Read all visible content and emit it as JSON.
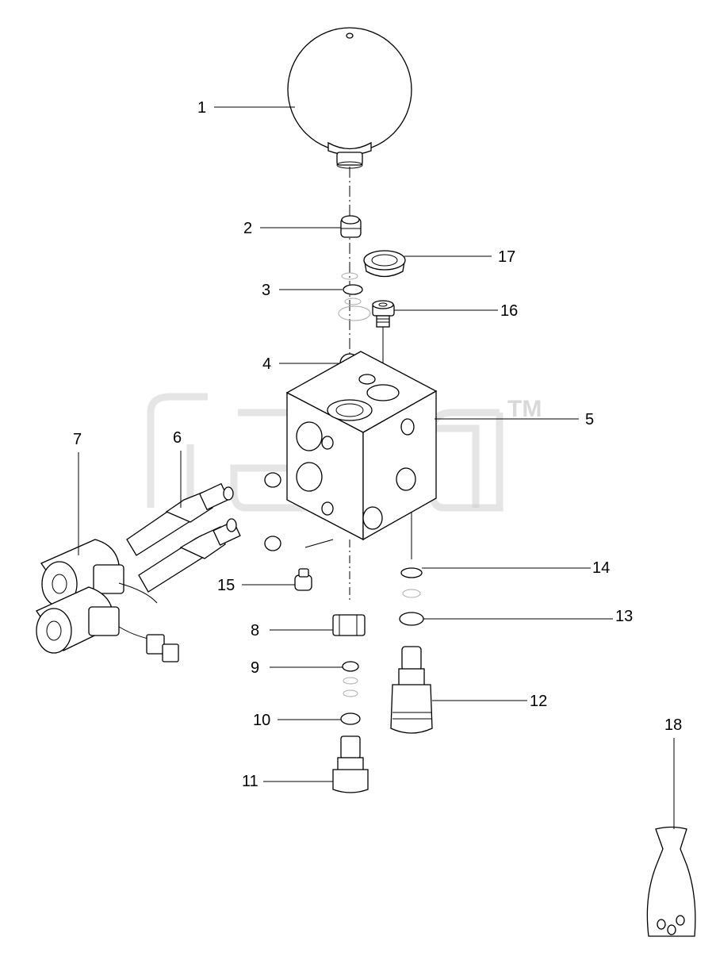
{
  "watermark": {
    "trademark": "TM"
  },
  "callouts": [
    "1",
    "2",
    "3",
    "4",
    "5",
    "6",
    "7",
    "8",
    "9",
    "10",
    "11",
    "12",
    "13",
    "14",
    "15",
    "16",
    "17",
    "18"
  ],
  "colors": {
    "line": "#000000",
    "background": "#ffffff",
    "watermark": "#d9d9d9"
  }
}
